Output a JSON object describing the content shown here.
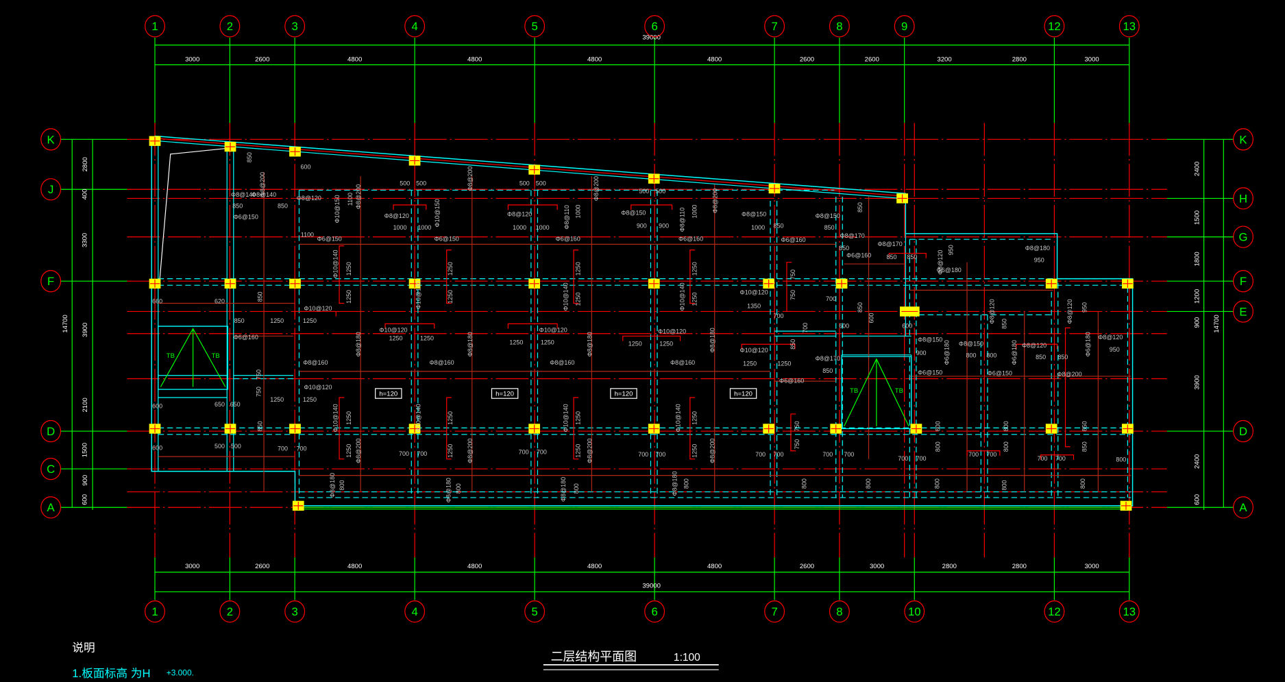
{
  "title": {
    "drawing_title": "二层结构平面图",
    "scale": "1:100"
  },
  "notes": {
    "heading": "说明",
    "item1": "1.板面标高 为H",
    "item1_value": "+3.000."
  },
  "axes": {
    "top": [
      "1",
      "2",
      "3",
      "4",
      "5",
      "6",
      "7",
      "8",
      "9",
      "12",
      "13"
    ],
    "bottom": [
      "1",
      "2",
      "3",
      "4",
      "5",
      "6",
      "7",
      "8",
      "10",
      "12",
      "13"
    ],
    "left": [
      "K",
      "J",
      "F",
      "D",
      "C",
      "A"
    ],
    "right": [
      "K",
      "H",
      "G",
      "F",
      "E",
      "D",
      "A"
    ]
  },
  "dimensions": {
    "top_total": "39000",
    "top": [
      "3000",
      "2600",
      "4800",
      "4800",
      "4800",
      "4800",
      "2600",
      "2600",
      "3200",
      "2800",
      "3000"
    ],
    "bottom_total": "39000",
    "bottom": [
      "3000",
      "2600",
      "4800",
      "4800",
      "4800",
      "4800",
      "2600",
      "3000",
      "2800",
      "2800",
      "3000"
    ],
    "left_total": "14700",
    "left": [
      "2800",
      "400",
      "3300",
      "3900",
      "2100",
      "1500",
      "900",
      "600"
    ],
    "right_total": "14700",
    "right": [
      "2400",
      "1500",
      "1800",
      "1200",
      "900",
      "3900",
      "2400",
      "600"
    ]
  },
  "slab_thickness": [
    "h=120",
    "h=120",
    "h=120",
    "h=120"
  ],
  "stair_labels": [
    "TB",
    "TB",
    "TB",
    "TB"
  ],
  "colors": {
    "background": "#000000",
    "beam": "#00ffff",
    "axis": "#ff0000",
    "dimension": "#00ff00",
    "column": "#ffff00",
    "rebar": "#b02818"
  },
  "rebar_labels": [
    "Φ8@140",
    "Φ8@140",
    "850",
    "850",
    "Φ6@150",
    "Φ8@120",
    "1100",
    "Φ6@150",
    "Φ8@120",
    "1000",
    "1000",
    "Φ6@150",
    "Φ8@120",
    "1000",
    "1000",
    "Φ6@160",
    "Φ8@150",
    "900",
    "900",
    "Φ6@160",
    "Φ8@150",
    "1000",
    "850",
    "Φ6@160",
    "Φ8@150",
    "850",
    "Φ8@170",
    "850",
    "Φ8@170",
    "850",
    "850",
    "Φ6@160",
    "Φ6@180",
    "Φ8@180",
    "950",
    "500",
    "500",
    "500",
    "500",
    "500",
    "500",
    "600",
    "660",
    "620",
    "850",
    "1250",
    "1250",
    "Φ10@120",
    "Φ6@160",
    "Φ10@120",
    "1250",
    "1250",
    "Φ10@120",
    "1250",
    "1250",
    "Φ10@120",
    "1250",
    "1250",
    "Φ10@120",
    "1350",
    "Φ10@120",
    "1250",
    "1250",
    "Φ8@160",
    "Φ8@160",
    "Φ8@160",
    "Φ8@160",
    "Φ8@170",
    "850",
    "Φ6@160",
    "700",
    "700",
    "600",
    "600",
    "Φ8@150",
    "900",
    "Φ8@150",
    "800",
    "800",
    "Φ8@120",
    "850",
    "850",
    "Φ8@120",
    "950",
    "Φ6@150",
    "Φ6@150",
    "Φ8@200",
    "Φ10@120",
    "1250",
    "1250",
    "650",
    "650",
    "600",
    "500",
    "500",
    "600",
    "700",
    "700",
    "700",
    "700",
    "700",
    "700",
    "700",
    "700",
    "700",
    "700",
    "700",
    "700",
    "700",
    "700",
    "700",
    "700",
    "700",
    "700",
    "800",
    "1250",
    "1250",
    "1250",
    "1250",
    "1250",
    "1250",
    "1250",
    "1250",
    "1250",
    "1250",
    "1250",
    "1250",
    "1250",
    "1250",
    "1250",
    "1250",
    "Φ10@140",
    "Φ10@140",
    "Φ10@140",
    "Φ10@140",
    "Φ10@140",
    "Φ10@140",
    "Φ10@140",
    "Φ10@140",
    "Φ8@180",
    "Φ8@180",
    "Φ8@180",
    "Φ8@180",
    "Φ8@200",
    "Φ8@200",
    "Φ8@200",
    "Φ8@200",
    "Φ8@180",
    "Φ8@180",
    "Φ8@180",
    "Φ8@180",
    "800",
    "800",
    "800",
    "800",
    "800",
    "800",
    "800",
    "800",
    "800",
    "750",
    "750",
    "750",
    "750",
    "850",
    "850",
    "850",
    "850",
    "850",
    "850",
    "850",
    "850",
    "850",
    "800",
    "800",
    "800",
    "800",
    "Φ8@200",
    "Φ8@200",
    "Φ8@200",
    "Φ8@200",
    "Φ8@200",
    "Φ10@150",
    "Φ10@150",
    "1100",
    "1000",
    "1000",
    "Φ8@110",
    "Φ8@110",
    "Φ8@120",
    "Φ8@120",
    "Φ8@120",
    "950",
    "950",
    "Φ6@180",
    "Φ6@180",
    "Φ6@180",
    "750",
    "750",
    "600",
    "700"
  ]
}
